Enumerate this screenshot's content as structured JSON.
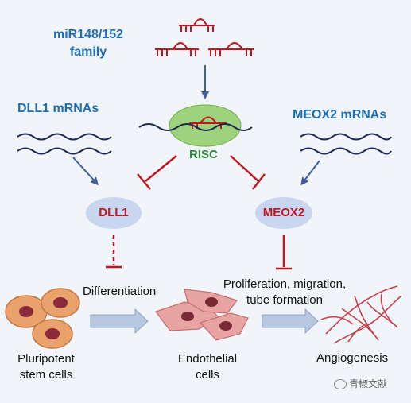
{
  "labels": {
    "mirna_line1": "miR148/152",
    "mirna_line2": "family",
    "dll1_mrnas": "DLL1 mRNAs",
    "meox2_mrnas": "MEOX2 mRNAs",
    "risc": "RISC",
    "dll1": "DLL1",
    "meox2": "MEOX2",
    "differentiation": "Differentiation",
    "prolif_line1": "Proliferation, migration,",
    "prolif_line2": "tube formation",
    "pluri_line1": "Pluripotent",
    "pluri_line2": "stem cells",
    "endo_line1": "Endothelial",
    "endo_line2": "cells",
    "angio": "Angiogenesis"
  },
  "watermark": "青椒文献",
  "colors": {
    "background": "#f1f4f9",
    "blue_text": "#1f6fb8",
    "red": "#c0161f",
    "green": "#2e8b3a",
    "risc_fill": "#9fd27c",
    "node_fill": "#c9d6ef",
    "arrow_blue": "#3f5f9a",
    "cell_orange": "#e9a26b",
    "cell_pink": "#e8a3a3"
  }
}
